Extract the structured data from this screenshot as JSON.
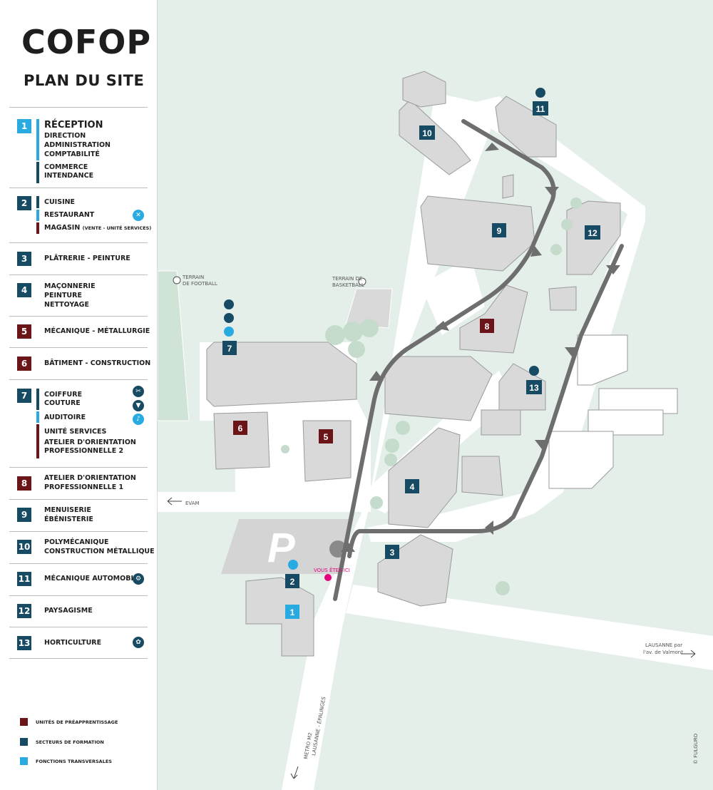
{
  "header": {
    "brand": "COFOP",
    "subtitle": "PLAN DU SITE"
  },
  "colors": {
    "preapprentissage": "#6b1518",
    "formation": "#174a63",
    "transversal": "#29abe2",
    "green": "#e4efe9",
    "road": "#ffffff",
    "building": "#d9d9d9",
    "path": "#6e6e6e"
  },
  "sidebar": {
    "s1": {
      "num": "1",
      "title": "RÉCEPTION",
      "a": "DIRECTION",
      "b": "ADMINISTRATION",
      "c": "COMPTABILITÉ",
      "d": "COMMERCE",
      "e": "INTENDANCE"
    },
    "s2": {
      "num": "2",
      "a": "CUISINE",
      "b": "RESTAURANT",
      "c": "MAGASIN",
      "c_small": "(VENTE - UNITÉ SERVICES)",
      "icon": "cutlery-icon"
    },
    "s3": {
      "num": "3",
      "a": "PLÂTRERIE - PEINTURE"
    },
    "s4": {
      "num": "4",
      "a": "MAÇONNERIE",
      "b": "PEINTURE",
      "c": "NETTOYAGE"
    },
    "s5": {
      "num": "5",
      "a": "MÉCANIQUE - MÉTALLURGIE"
    },
    "s6": {
      "num": "6",
      "a": "BÂTIMENT - CONSTRUCTION"
    },
    "s7": {
      "num": "7",
      "a": "COIFFURE",
      "b": "COUTURE",
      "c": "AUDITOIRE",
      "d": "UNITÉ SERVICES",
      "e": "ATELIER D'ORIENTATION",
      "f": "PROFESSIONNELLE 2",
      "icons": [
        "scissors-icon",
        "tshirt-icon",
        "auditorium-icon"
      ]
    },
    "s8": {
      "num": "8",
      "a": "ATELIER D'ORIENTATION",
      "b": "PROFESSIONNELLE 1"
    },
    "s9": {
      "num": "9",
      "a": "MENUISERIE",
      "b": "ÉBÉNISTERIE"
    },
    "s10": {
      "num": "10",
      "a": "POLYMÉCANIQUE",
      "b": "CONSTRUCTION MÉTALLIQUE"
    },
    "s11": {
      "num": "11",
      "a": "MÉCANIQUE AUTOMOBILE",
      "icon": "car-service-icon"
    },
    "s12": {
      "num": "12",
      "a": "PAYSAGISME"
    },
    "s13": {
      "num": "13",
      "a": "HORTICULTURE",
      "icon": "flower-icon"
    }
  },
  "legend": [
    {
      "label": "UNITÉS DE PRÉAPPRENTISSAGE"
    },
    {
      "label": "SECTEURS DE FORMATION"
    },
    {
      "label": "FONCTIONS TRANSVERSALES"
    }
  ],
  "map": {
    "football": [
      "TERRAIN",
      "DE FOOTBALL"
    ],
    "basketball": [
      "TERRAIN DE",
      "BASKETBALL"
    ],
    "evam": "EVAM",
    "vous_etes_ici": "VOUS ÊTES ICI",
    "lausanne": [
      "LAUSANNE par",
      "l'av. de Valmont"
    ],
    "metro": [
      "METRO M2",
      "LAUSANNE - ÉPALINGES"
    ],
    "credit": "© FULGURO",
    "parking": "P",
    "buildings": [
      "1",
      "2",
      "3",
      "4",
      "5",
      "6",
      "7",
      "8",
      "9",
      "10",
      "11",
      "12",
      "13"
    ]
  }
}
